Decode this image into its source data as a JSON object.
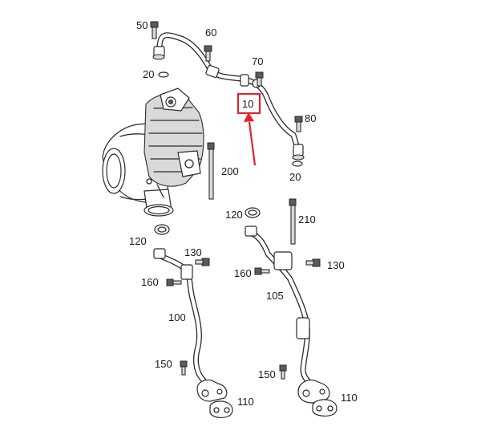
{
  "diagram": {
    "highlight_color": "#e8202a",
    "highlighted_part": "10",
    "parts": [
      {
        "id": "p50",
        "text": "50"
      },
      {
        "id": "p60",
        "text": "60"
      },
      {
        "id": "p70",
        "text": "70"
      },
      {
        "id": "p20a",
        "text": "20"
      },
      {
        "id": "p10",
        "text": "10"
      },
      {
        "id": "p80",
        "text": "80"
      },
      {
        "id": "p200",
        "text": "200"
      },
      {
        "id": "p20b",
        "text": "20"
      },
      {
        "id": "p120b",
        "text": "120"
      },
      {
        "id": "p210",
        "text": "210"
      },
      {
        "id": "p120a",
        "text": "120"
      },
      {
        "id": "p130a",
        "text": "130"
      },
      {
        "id": "p130b",
        "text": "130"
      },
      {
        "id": "p160a",
        "text": "160"
      },
      {
        "id": "p160b",
        "text": "160"
      },
      {
        "id": "p105",
        "text": "105"
      },
      {
        "id": "p100",
        "text": "100"
      },
      {
        "id": "p150a",
        "text": "150"
      },
      {
        "id": "p150b",
        "text": "150"
      },
      {
        "id": "p110a",
        "text": "110"
      },
      {
        "id": "p110b",
        "text": "110"
      }
    ]
  }
}
